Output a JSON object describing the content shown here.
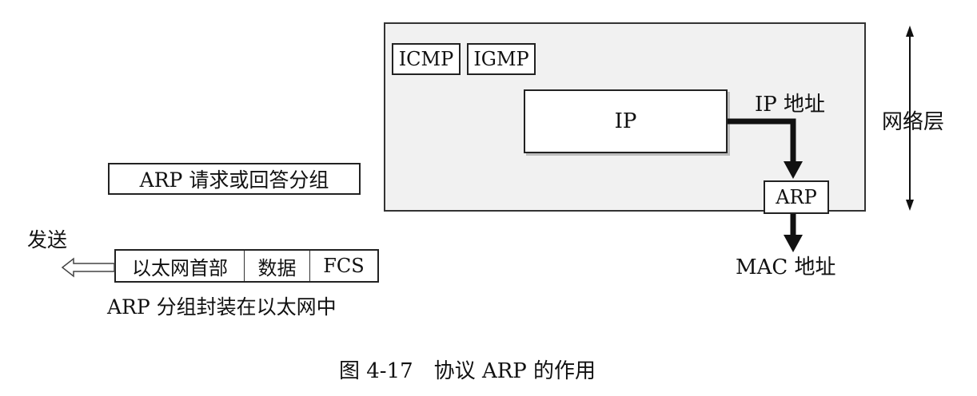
{
  "network_layer": {
    "icmp_label": "ICMP",
    "igmp_label": "IGMP",
    "ip_label": "IP",
    "arp_label": "ARP",
    "ip_address_label": "IP 地址",
    "mac_address_label": "MAC 地址",
    "layer_label": "网络层"
  },
  "ethernet": {
    "arp_packet_label": "ARP 请求或回答分组",
    "send_label": "发送",
    "frame_fields": [
      "以太网首部",
      "数据",
      "FCS"
    ],
    "encapsulation_label": "ARP 分组封装在以太网中"
  },
  "caption": "图 4-17　协议 ARP 的作用"
}
